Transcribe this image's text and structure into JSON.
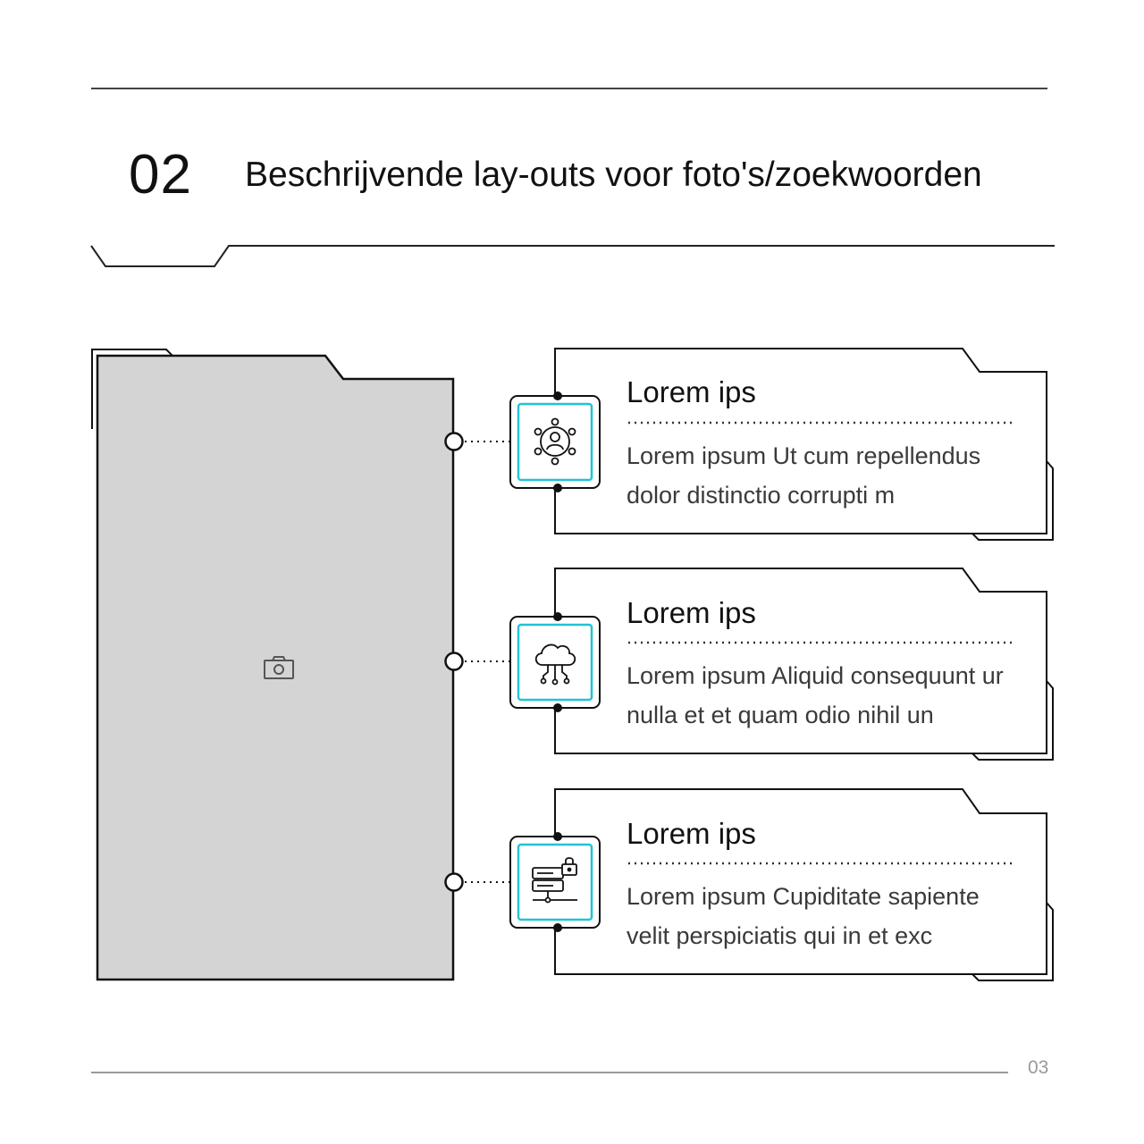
{
  "header": {
    "section_number": "02",
    "title": "Beschrijvende lay-outs voor foto's/zoekwoorden"
  },
  "photo_placeholder": {
    "icon": "camera-icon"
  },
  "cards": [
    {
      "icon": "user-network-icon",
      "title": "Lorem ips",
      "text": "Lorem ipsum Ut cum repellendus dolor distinctio corrupti m"
    },
    {
      "icon": "cloud-network-icon",
      "title": "Lorem ips",
      "text": "Lorem ipsum Aliquid consequunt ur nulla et et quam odio nihil un"
    },
    {
      "icon": "server-lock-icon",
      "title": "Lorem ips",
      "text": "Lorem ipsum Cupiditate sapiente velit perspiciatis qui in et exc"
    }
  ],
  "footer": {
    "page_number": "03"
  },
  "colors": {
    "accent": "#22c3d6",
    "stroke": "#111111",
    "placeholder_fill": "#d4d4d4",
    "body_text": "#3a3a3a"
  }
}
